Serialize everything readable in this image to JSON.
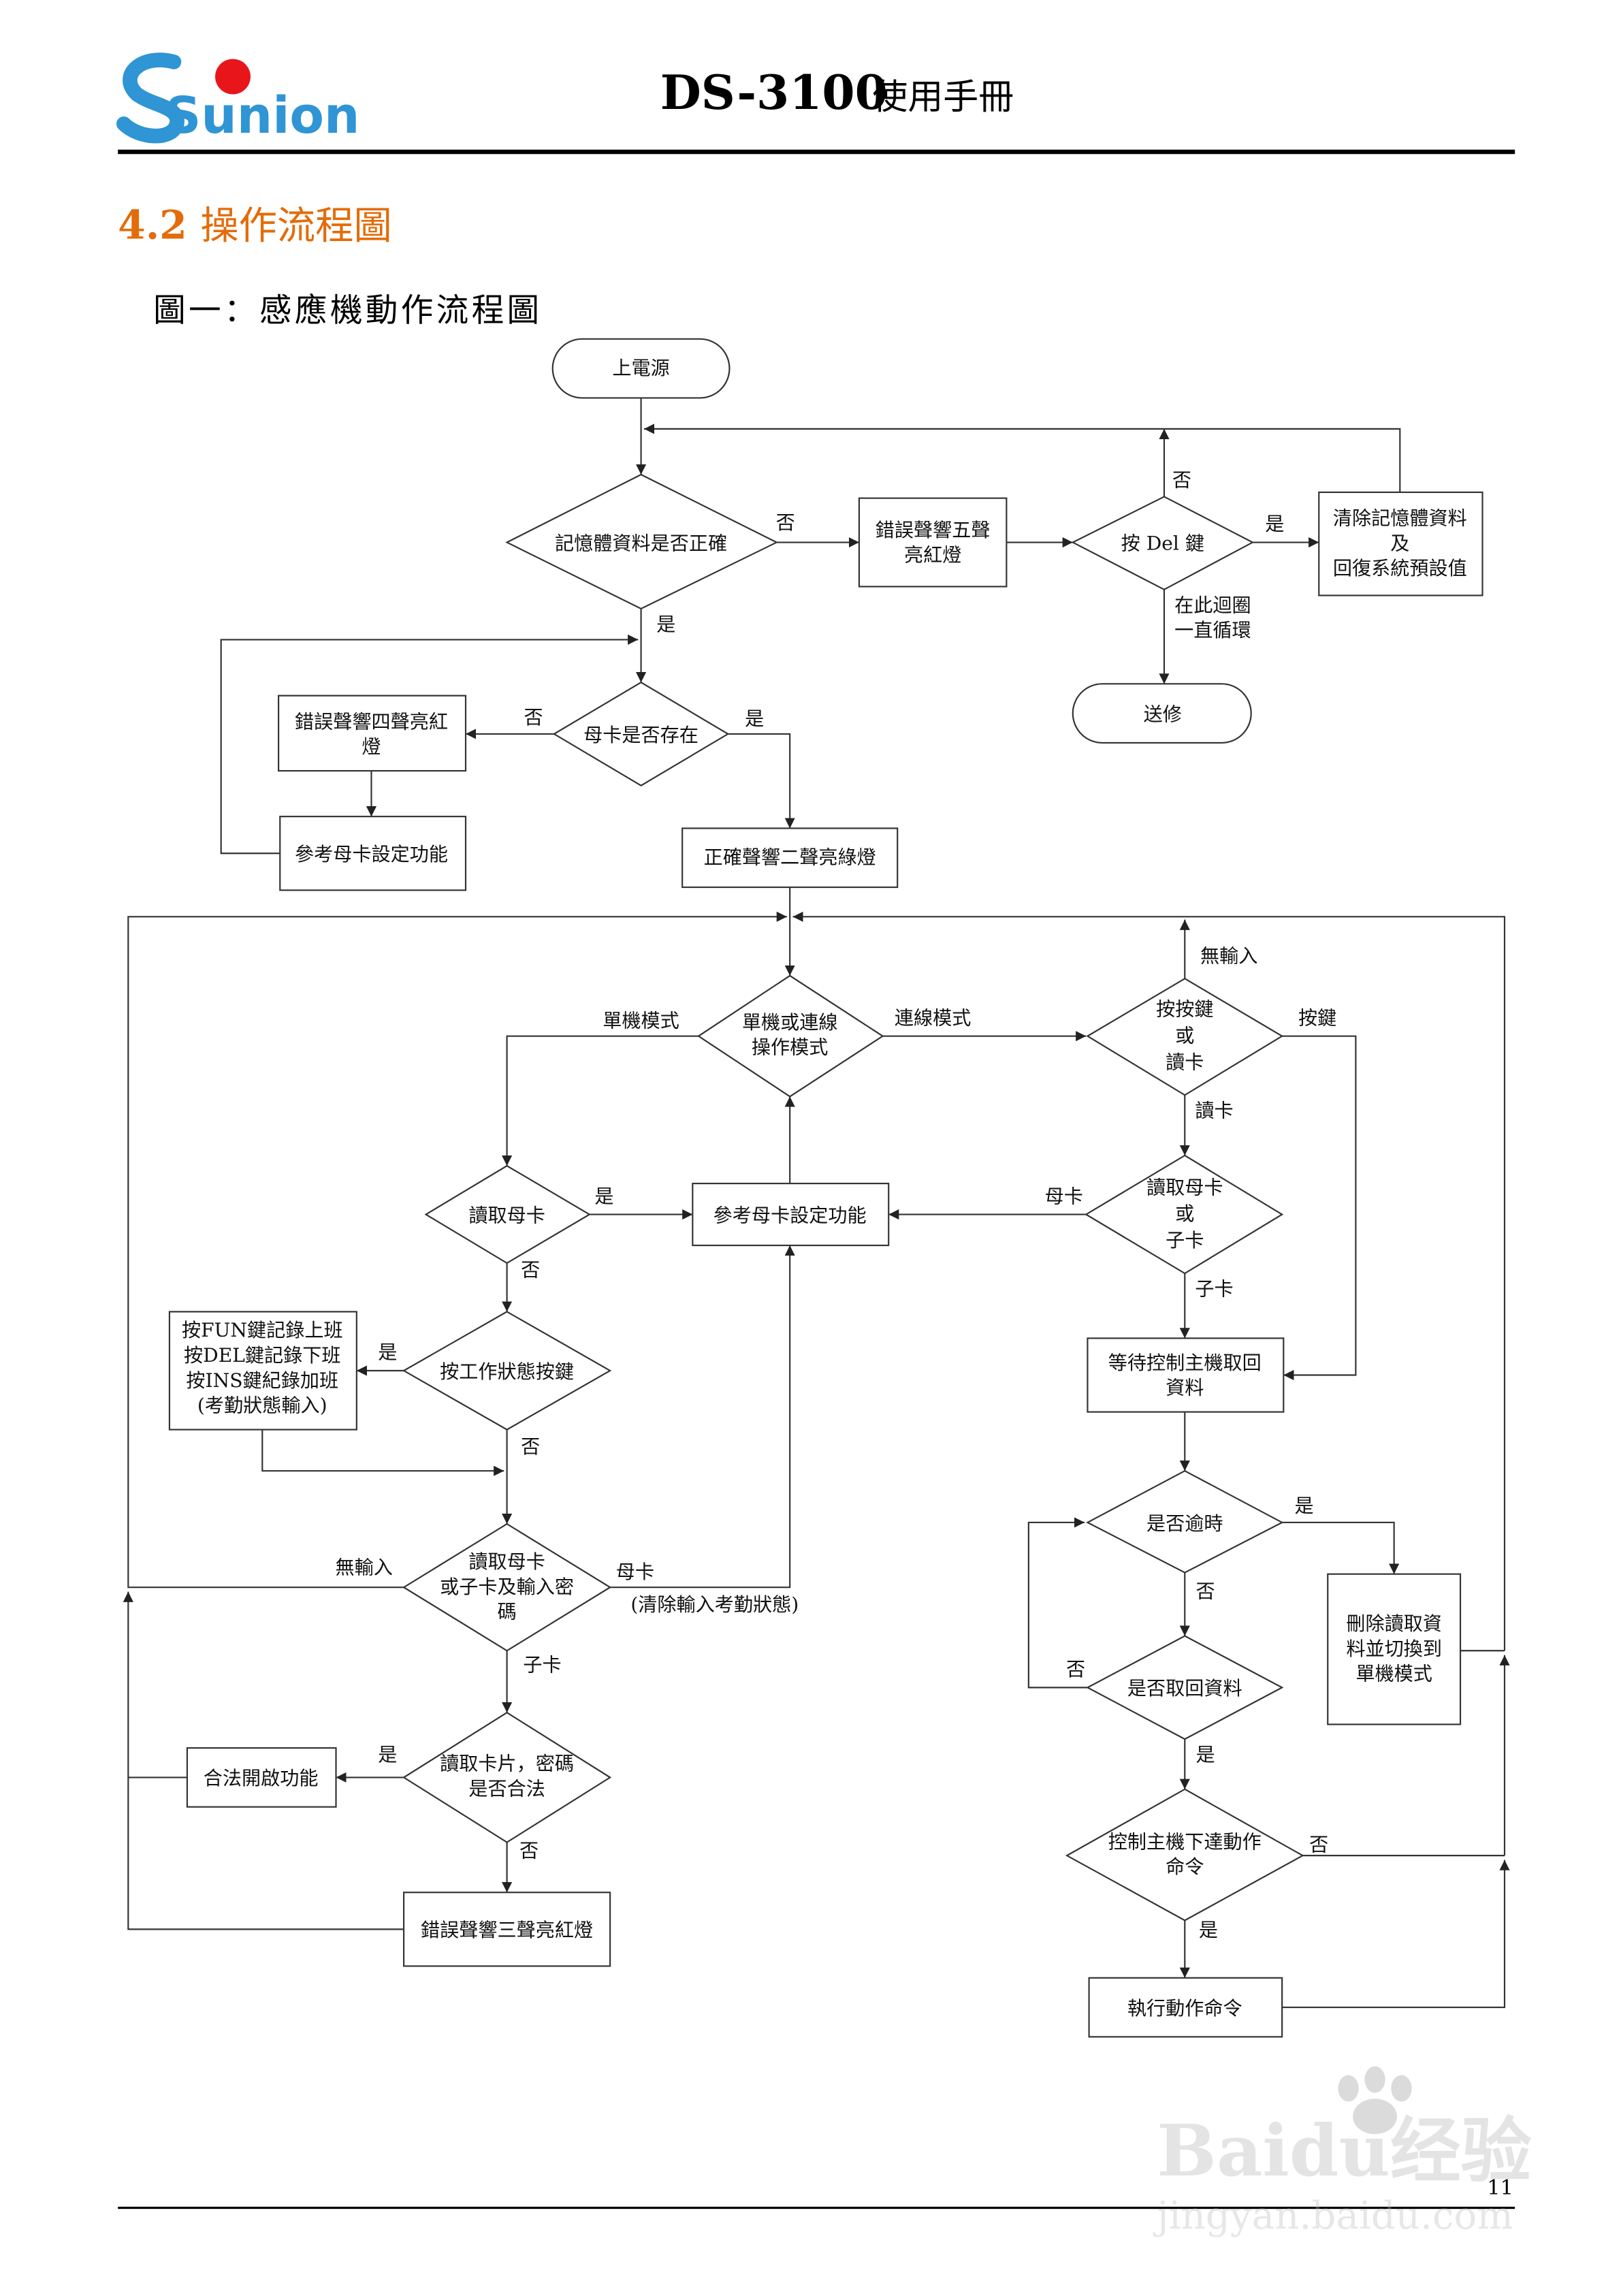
{
  "header": {
    "logo_text": "Sunion",
    "doc_title": "DS-3100",
    "doc_subtitle": "使用手冊"
  },
  "section": {
    "number": "4.2",
    "title": "操作流程圖",
    "figure_caption": "圖一：感應機動作流程圖"
  },
  "flow": {
    "start": "上電源",
    "mem_check": "記憶體資料是否正確",
    "err5": [
      "錯誤聲響五聲",
      "亮紅燈"
    ],
    "del_key": "按 Del 鍵",
    "clear_mem": [
      "清除記憶體資料",
      "及",
      "回復系統預設值"
    ],
    "loop_note": [
      "在此迴圈",
      "一直循環"
    ],
    "repair": "送修",
    "mother_exists": "母卡是否存在",
    "err4": [
      "錯誤聲響四聲亮紅",
      "燈"
    ],
    "ref_mother_1": "參考母卡設定功能",
    "ok2": "正確聲響二聲亮綠燈",
    "mode": [
      "單機或連線",
      "操作模式"
    ],
    "standalone": "單機模式",
    "online": "連線模式",
    "read_mother": "讀取母卡",
    "ref_mother_2": "參考母卡設定功能",
    "key_or_card": [
      "按按鍵",
      "或",
      "讀卡"
    ],
    "no_input": "無輸入",
    "key": "按鍵",
    "read_card": "讀卡",
    "mother_or_child": [
      "讀取母卡",
      "或",
      "子卡"
    ],
    "mother": "母卡",
    "child": "子卡",
    "wait_host": [
      "等待控制主機取回",
      "資料"
    ],
    "func_keys": [
      "按FUN鍵記錄上班",
      "按DEL鍵記錄下班",
      "按INS鍵紀錄加班",
      "(考勤狀態輸入)"
    ],
    "work_key": "按工作狀態按鍵",
    "read_input": [
      "讀取母卡",
      "或子卡及輸入密",
      "碼"
    ],
    "clear_input": "(清除輸入考勤狀態)",
    "timeout": "是否逾時",
    "delete_switch": [
      "刪除讀取資",
      "料並切換到",
      "單機模式"
    ],
    "retrieved": "是否取回資料",
    "valid_check": [
      "讀取卡片，密碼",
      "是否合法"
    ],
    "legal_open": "合法開啟功能",
    "err3": "錯誤聲響三聲亮紅燈",
    "host_cmd": [
      "控制主機下達動作",
      "命令"
    ],
    "exec_cmd": "執行動作命令",
    "yes": "是",
    "no": "否"
  },
  "footer": {
    "page_number": "11",
    "watermark_brand": "Baidu经验",
    "watermark_url": "jingyan.baidu.com"
  },
  "colors": {
    "accent": "#e36c0a",
    "logo_blue": "#2f95d4",
    "logo_red": "#e8161b",
    "line": "#333333"
  }
}
